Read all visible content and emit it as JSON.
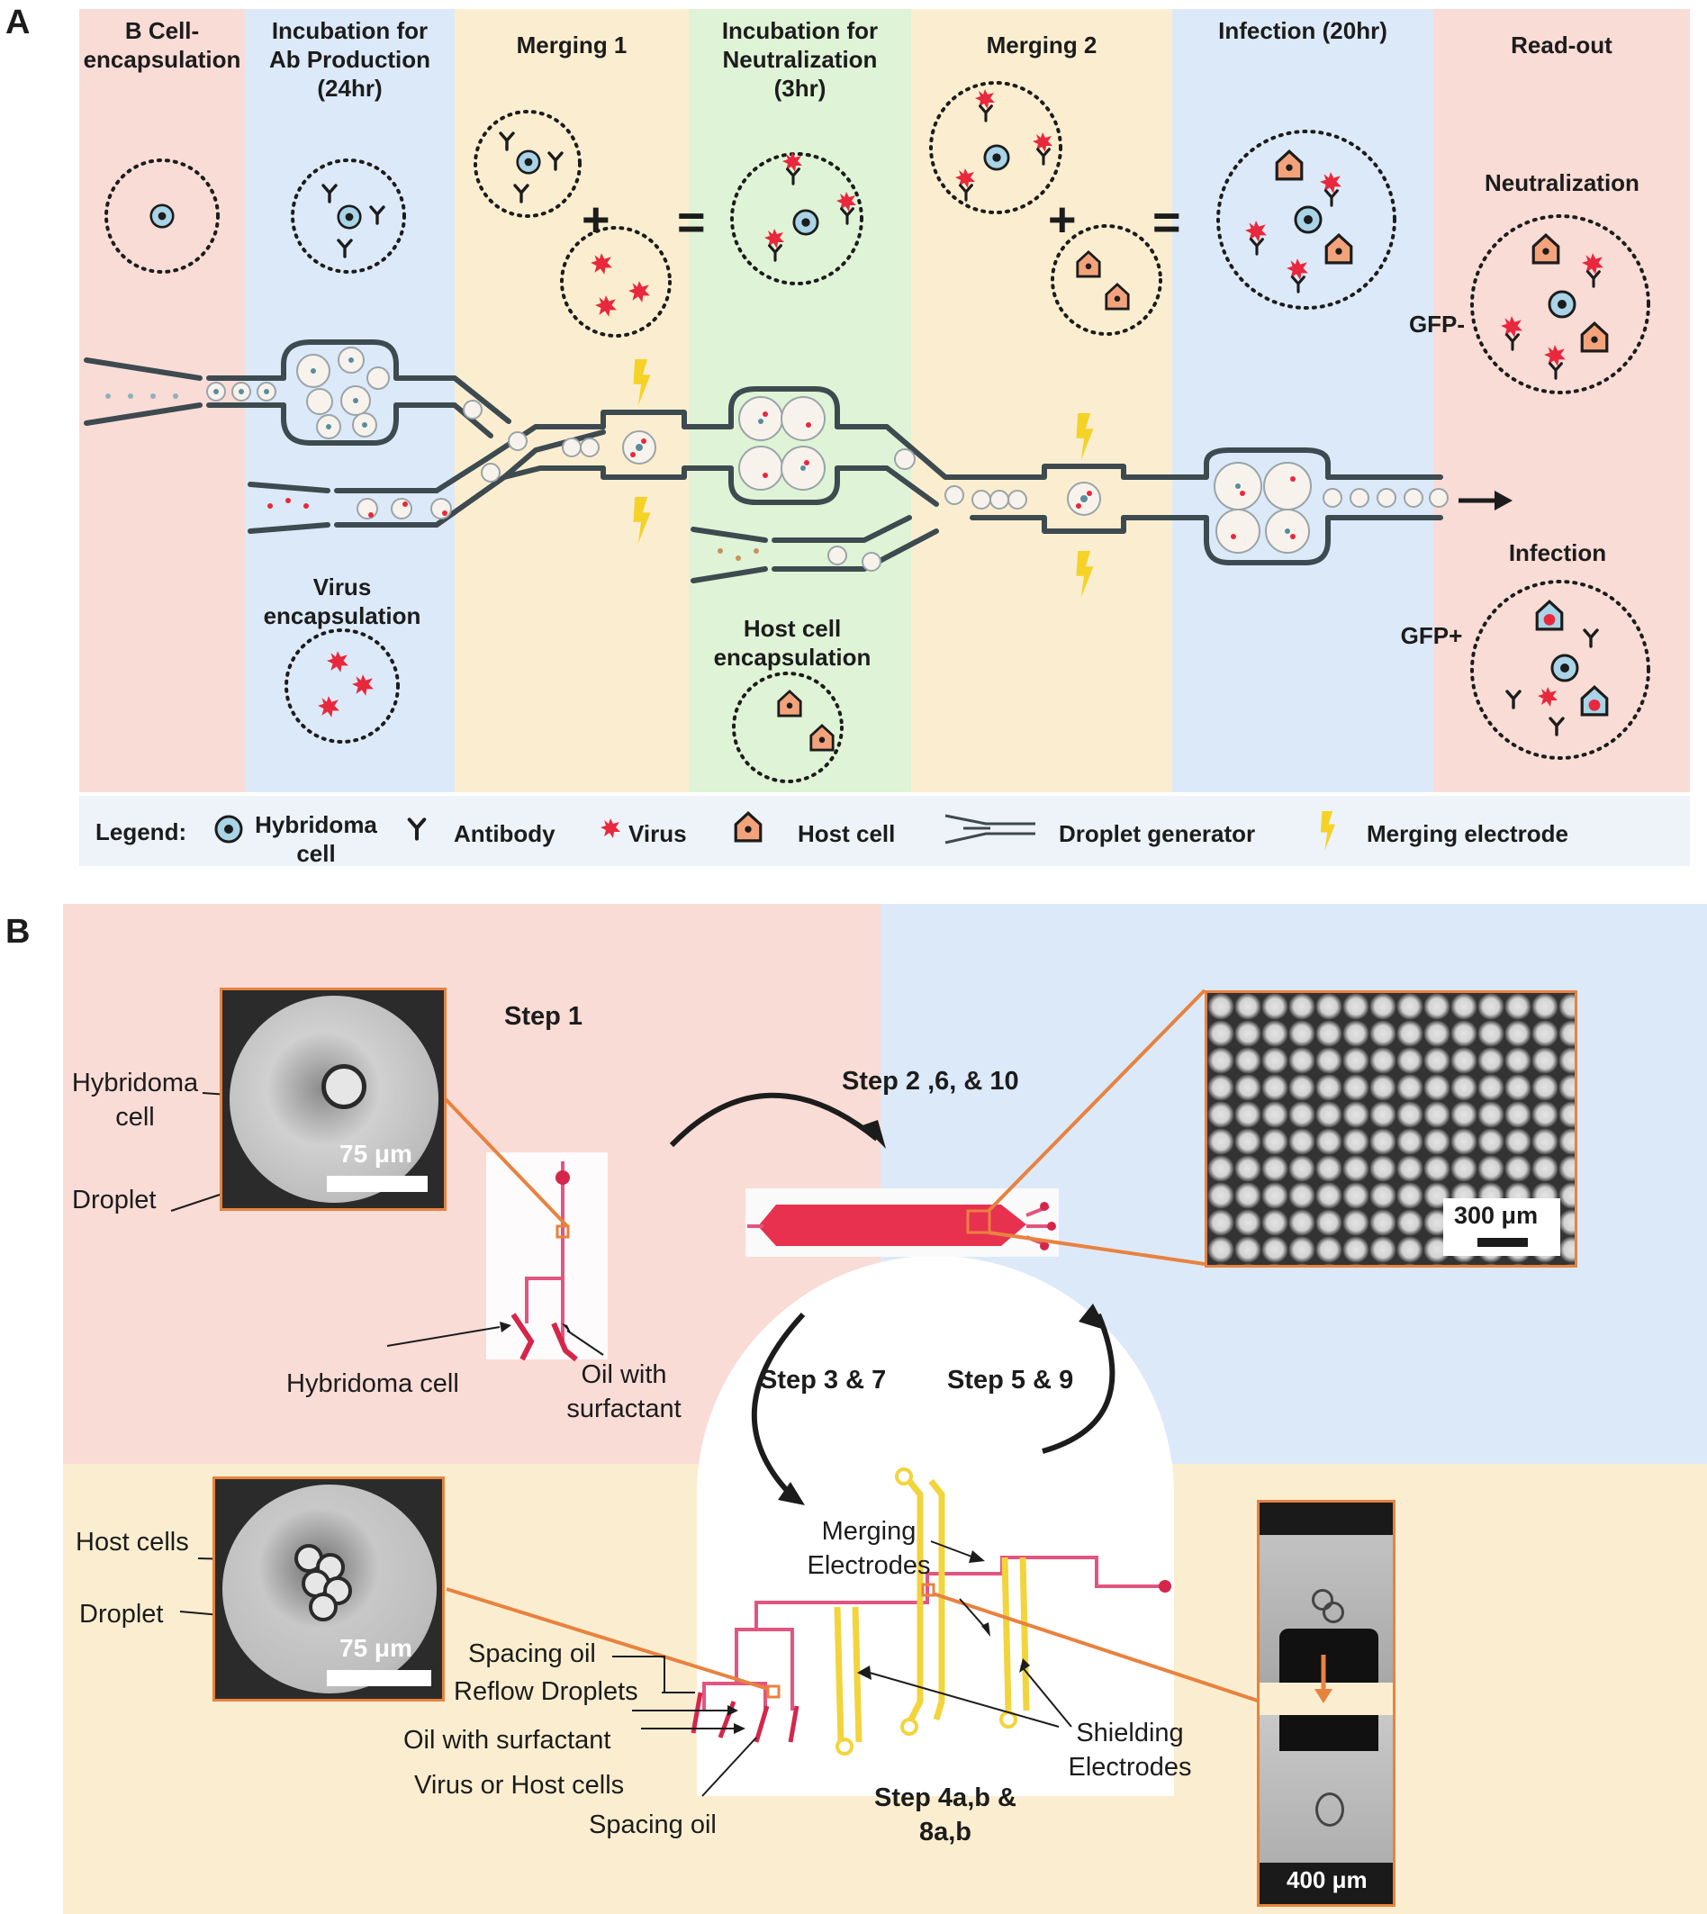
{
  "panel_a": {
    "letter": "A",
    "columns": [
      {
        "title": "B Cell-\nencapsulation",
        "color": "#f9dcd6"
      },
      {
        "title": "Incubation for\nAb Production\n(24hr)",
        "color": "#dce9f8"
      },
      {
        "title": "Merging 1",
        "color": "#fbeed0"
      },
      {
        "title": "Incubation for\nNeutralization\n(3hr)",
        "color": "#dff3d6"
      },
      {
        "title": "Merging 2",
        "color": "#fbeed0"
      },
      {
        "title": "Infection (20hr)",
        "color": "#dce9f8"
      },
      {
        "title": "Read-out",
        "color": "#f9dcd6"
      }
    ],
    "virus_encapsulation": "Virus\nencapsulation",
    "host_cell_encapsulation": "Host cell\nencapsulation",
    "neutralization": "Neutralization",
    "gfp_minus": "GFP-",
    "infection": "Infection",
    "gfp_plus": "GFP+",
    "plus_sign": "+",
    "equals_sign": "=",
    "legend": {
      "title": "Legend:",
      "hybridoma": "Hybridoma\ncell",
      "antibody": "Antibody",
      "virus": "Virus",
      "host_cell": "Host cell",
      "droplet_generator": "Droplet generator",
      "merging_electrode": "Merging electrode"
    },
    "colors": {
      "virus": "#e8283c",
      "host_cell": "#f2a37b",
      "electrode": "#f5d226",
      "cell_fill": "#a9d3e6",
      "channel": "#3d4a4f"
    }
  },
  "panel_b": {
    "letter": "B",
    "step1": "Step 1",
    "step2": "Step 2 ,6, & 10",
    "step3": "Step 3 & 7",
    "step5": "Step 5 & 9",
    "step4": "Step 4a,b &\n8a,b",
    "hybridoma_cell_top": "Hybridoma\ncell",
    "droplet_top": "Droplet",
    "scale_75_top": "75 μm",
    "hybridoma_cell_chip": "Hybridoma cell",
    "oil_with_surfactant_top": "Oil with\nsurfactant",
    "scale_300": "300 μm",
    "host_cells": "Host cells",
    "droplet_bottom": "Droplet",
    "scale_75_bottom": "75 μm",
    "spacing_oil_1": "Spacing oil",
    "reflow_droplets": "Reflow Droplets",
    "oil_with_surfactant_bottom": "Oil with surfactant",
    "virus_or_host": "Virus or Host cells",
    "spacing_oil_2": "Spacing oil",
    "merging_electrodes": "Merging\nElectrodes",
    "shielding_electrodes": "Shielding\nElectrodes",
    "scale_400": "400 μm",
    "colors": {
      "pink": "#f9dcd6",
      "blue": "#dce9f8",
      "yellow": "#fbeed0",
      "accent": "#e8823f",
      "chip_red": "#e8314f"
    }
  }
}
